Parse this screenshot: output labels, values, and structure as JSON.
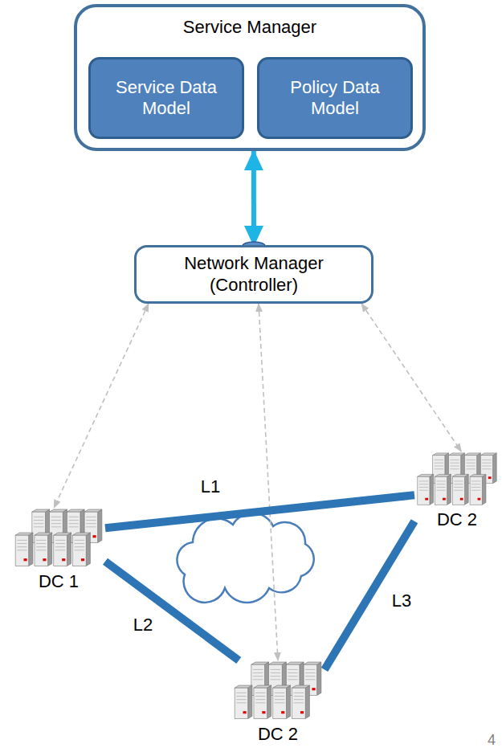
{
  "diagram": {
    "nodes": [
      {
        "text": [
          "Service Manager"
        ]
      },
      {
        "text": [
          "Service Data Model"
        ],
        "in": 0
      },
      {
        "text": [
          "Policy Data Model"
        ],
        "in": 0
      },
      {
        "text": [
          "Network Manager (Controller)"
        ]
      },
      {
        "text": [
          "DC 1"
        ]
      },
      {
        "text": [
          "DC 2"
        ]
      },
      {
        "text": [
          "DC 2"
        ]
      }
    ],
    "edges": [
      {
        "from": 0,
        "to": 3,
        "arrow": "both"
      },
      {
        "from": 3,
        "to": 4,
        "arrow": "both"
      },
      {
        "from": 3,
        "to": 5,
        "arrow": "both"
      },
      {
        "from": 3,
        "to": 6,
        "arrow": "both"
      },
      {
        "from": 4,
        "to": 5,
        "label": "L1",
        "arrow": "none"
      },
      {
        "from": 4,
        "to": 6,
        "label": "L2",
        "arrow": "none"
      },
      {
        "from": 5,
        "to": 6,
        "label": "L3",
        "arrow": "none"
      }
    ],
    "labels": [
      "4"
    ]
  }
}
